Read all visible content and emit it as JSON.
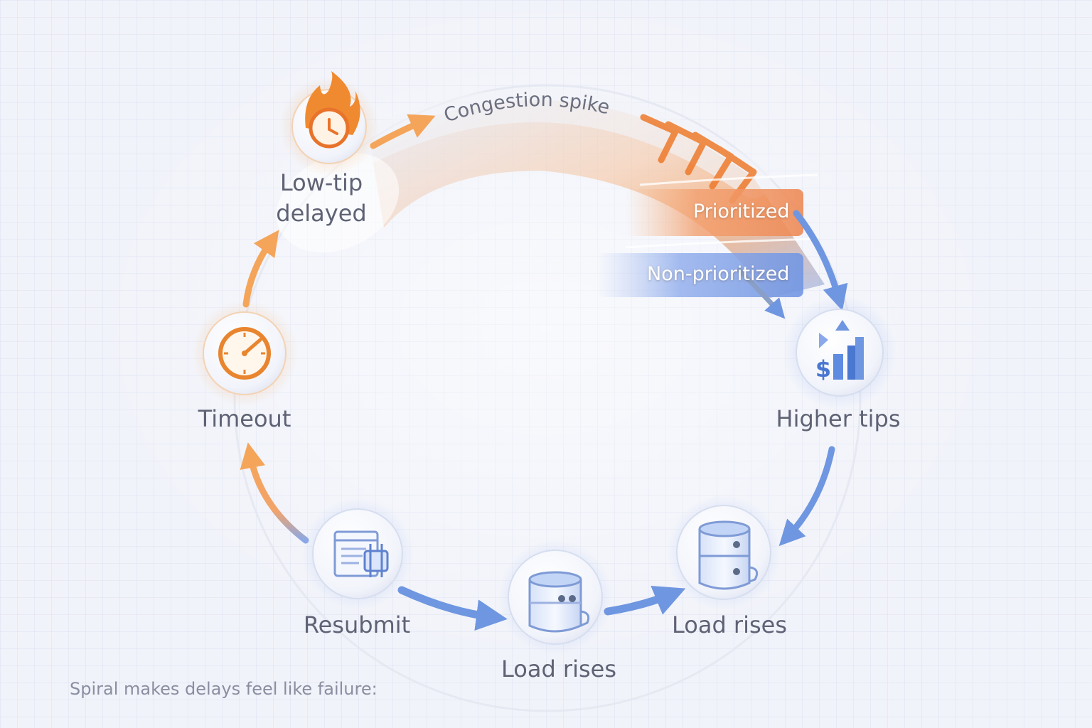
{
  "nodes": {
    "low_tip_delayed": {
      "label_line1": "Low-tip",
      "label_line2": "delayed",
      "icon": "flame-clock-icon"
    },
    "timeout": {
      "label": "Timeout",
      "icon": "stopwatch-icon"
    },
    "resubmit": {
      "label": "Resubmit",
      "icon": "resubmit-form-icon"
    },
    "load_rises_1": {
      "label": "Load rises",
      "icon": "database-icon"
    },
    "load_rises_2": {
      "label": "Load rises",
      "icon": "database-stack-icon"
    },
    "higher_tips": {
      "label": "Higher tips",
      "icon": "dollar-chart-icon"
    }
  },
  "flow": {
    "spike_label": "Congestion spike",
    "prioritized_label": "Prioritized",
    "non_prioritized_label": "Non-prioritized"
  },
  "caption": "Spiral makes delays feel like failure:",
  "colors": {
    "orange": "#f29a4a",
    "orange_deep": "#ec6e22",
    "blue": "#6c95e0",
    "blue_deep": "#4a77d0",
    "text": "#5e6274"
  }
}
